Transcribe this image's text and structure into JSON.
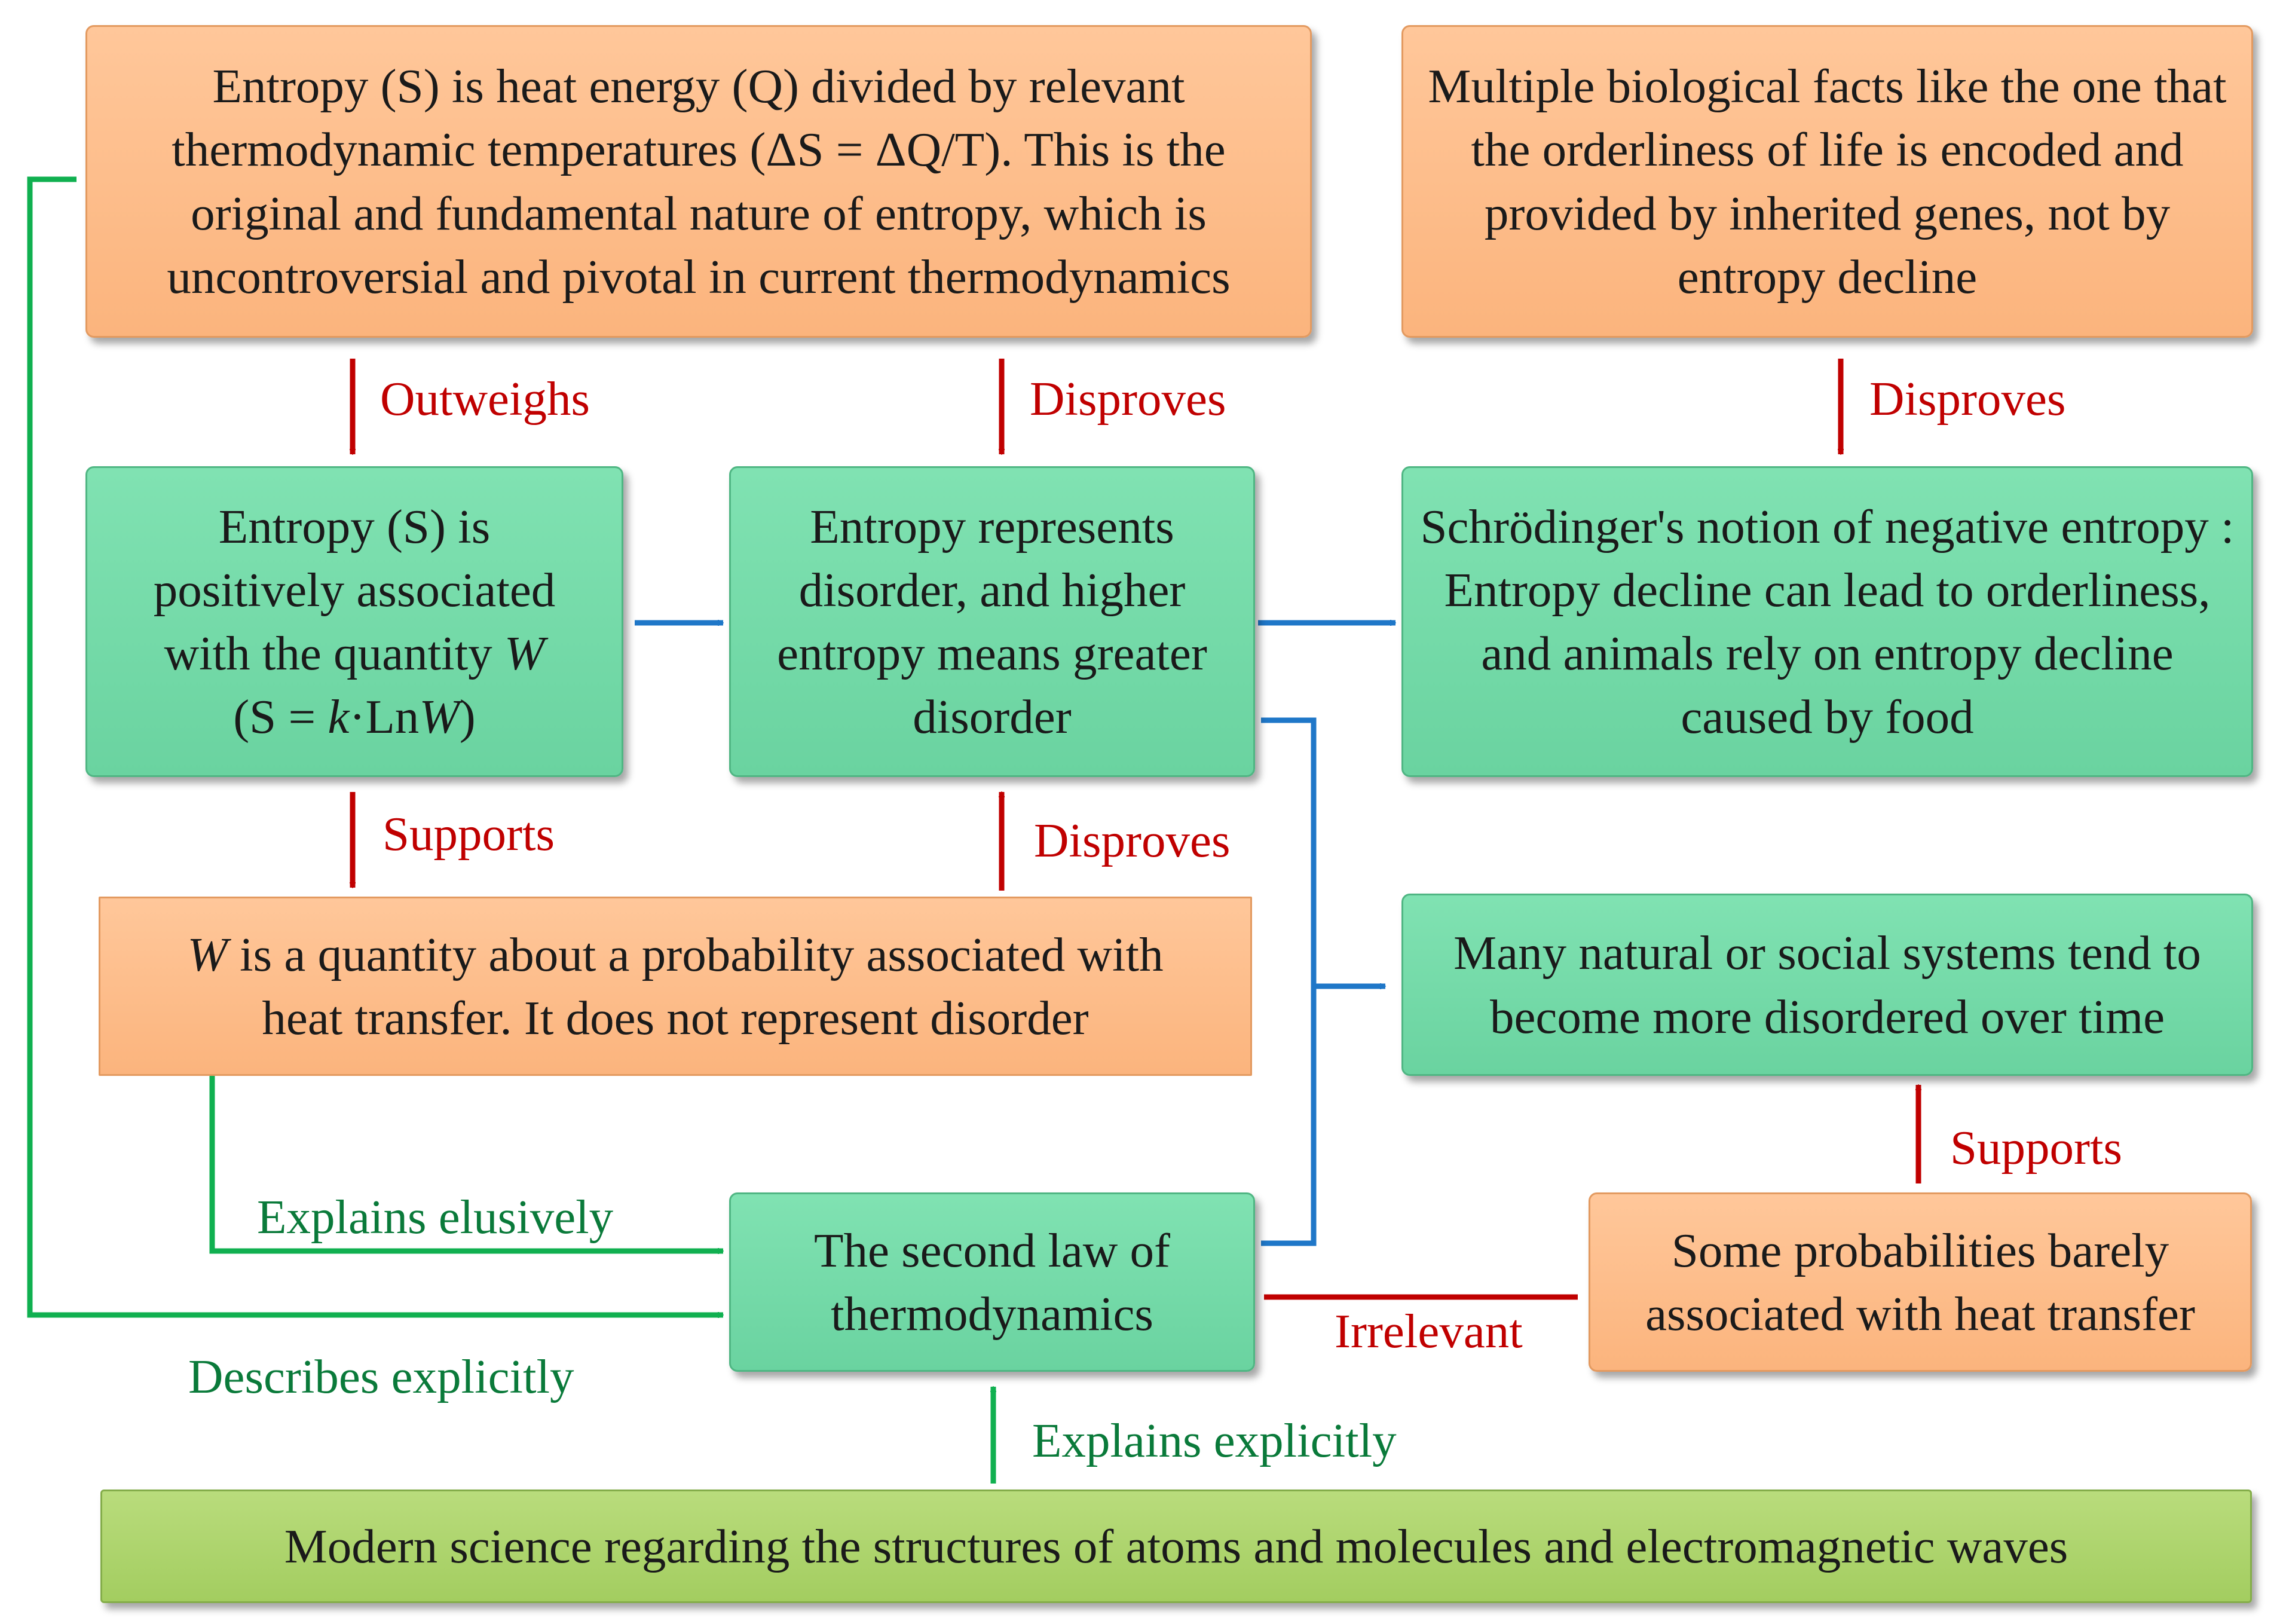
{
  "boxes": {
    "entropy_heat": "Entropy (S) is heat energy (Q) divided by relevant thermodynamic temperatures (ΔS = ΔQ/T). This is the original and fundamental nature of entropy, which is uncontroversial and pivotal in current thermodynamics",
    "biological_facts": "Multiple biological facts like the one that the orderliness of life is encoded and provided by inherited genes, not by entropy decline",
    "entropy_w": {
      "line1": "Entropy (S) is",
      "line2": "positively associated",
      "line3": "with the quantity",
      "w": "W",
      "open": "(S = ",
      "k": "k",
      "mid": "·Ln",
      "w2": "W",
      "close": ")"
    },
    "entropy_disorder": "Entropy represents disorder, and higher entropy means greater disorder",
    "schrodinger": "Schrödinger's notion of negative entropy : Entropy decline can lead to orderliness, and animals rely on entropy decline caused by food",
    "w_probability": {
      "w": "W",
      "rest1": " is a quantity about a probability associated with",
      "rest2": "heat transfer. It does not represent disorder"
    },
    "natural_systems": "Many natural or social systems tend to become more disordered over time",
    "second_law": "The second law of thermodynamics",
    "probabilities": "Some probabilities barely associated with heat transfer",
    "modern_science": "Modern science regarding the structures of atoms and molecules and electromagnetic waves"
  },
  "labels": {
    "outweighs": "Outweighs",
    "disproves_1": "Disproves",
    "disproves_2": "Disproves",
    "supports_1": "Supports",
    "disproves_3": "Disproves",
    "explains_elusively": "Explains elusively",
    "describes_explicitly": "Describes explicitly",
    "irrelevant": "Irrelevant",
    "supports_2": "Supports",
    "explains_explicitly": "Explains explicitly"
  },
  "colors": {
    "orange_box": "#fbb47d",
    "green_box": "#6ad3a0",
    "lime_box": "#a3cd60",
    "red_arrow": "#c00000",
    "blue_arrow": "#1f77c8",
    "green_arrow": "#10b050"
  }
}
